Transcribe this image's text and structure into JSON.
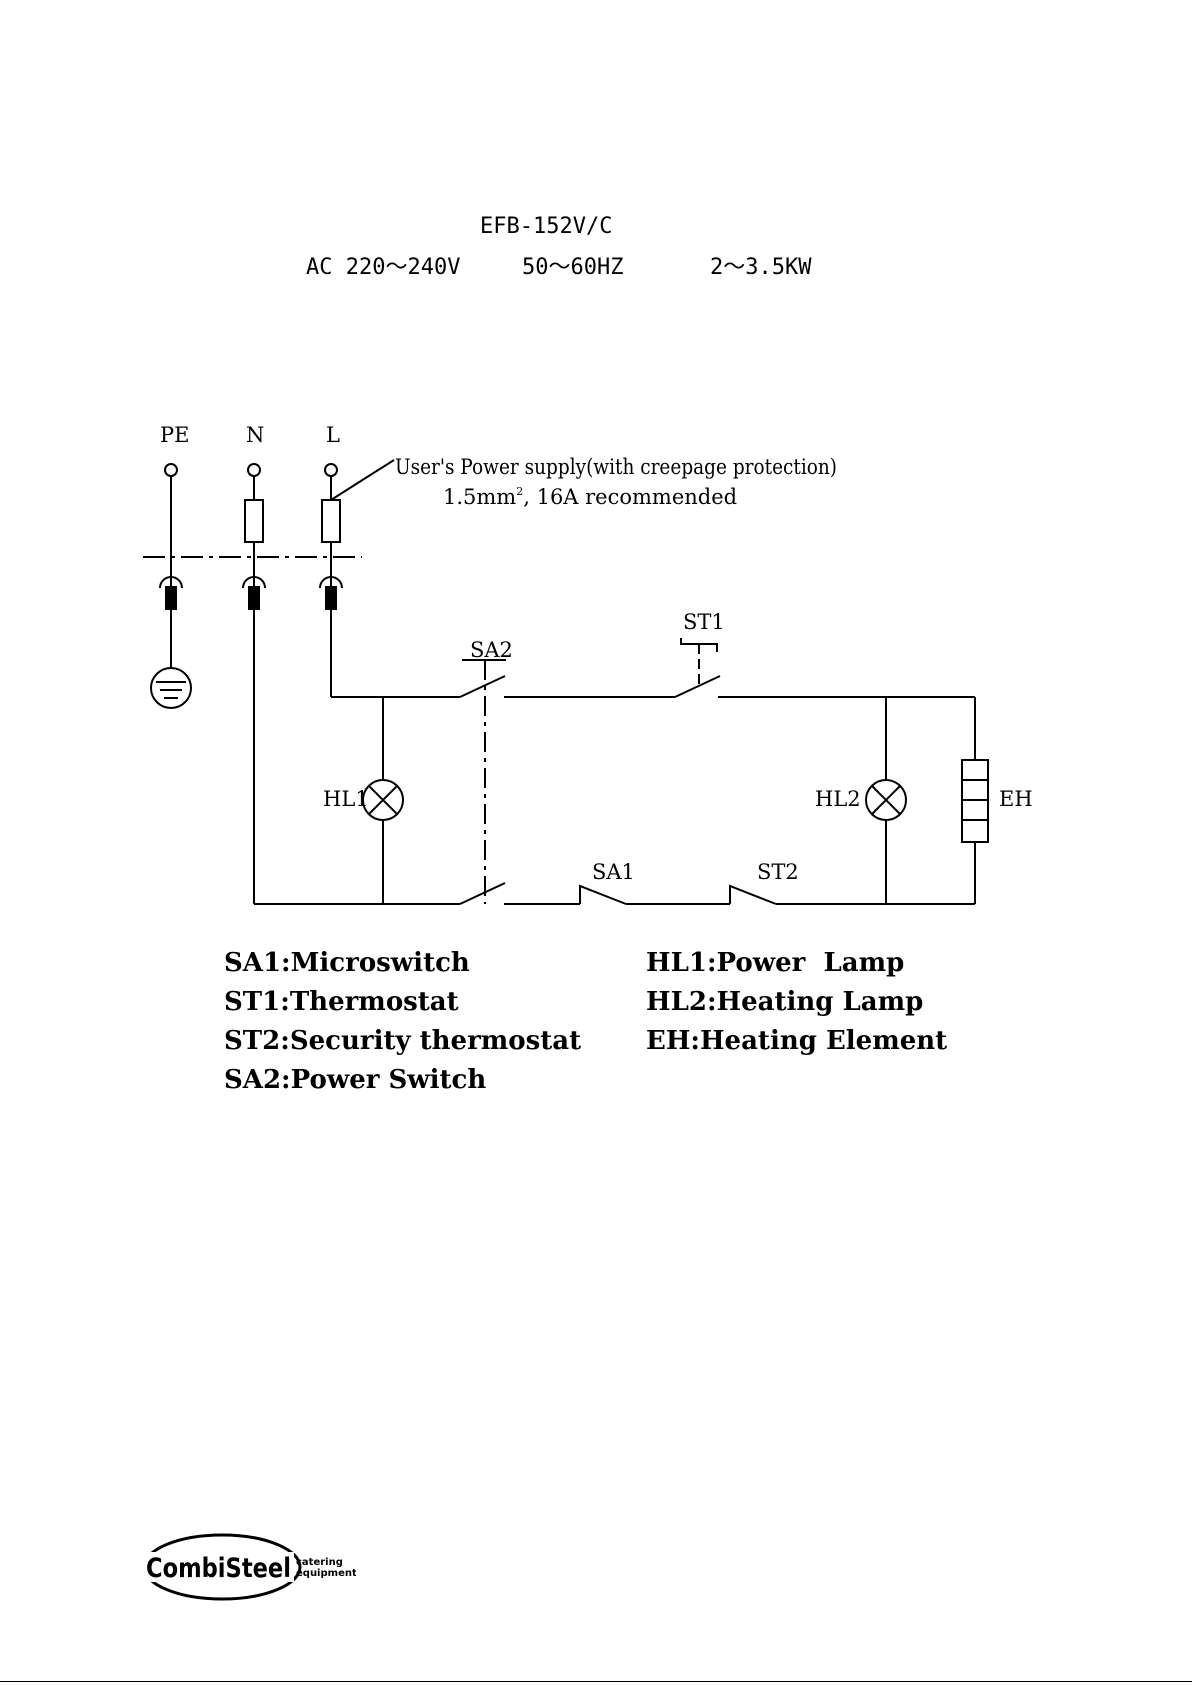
{
  "header": {
    "model": "EFB-152V/C",
    "voltage": "AC 220～240V",
    "frequency": "50～60HZ",
    "power": "2～3.5KW"
  },
  "terminals": {
    "pe": "PE",
    "n": "N",
    "l": "L"
  },
  "supply_note": {
    "line1": "User's Power supply(with creepage protection)",
    "line2_prefix": "1.5mm",
    "line2_superscript": "2",
    "line2_suffix": ", 16A  recommended"
  },
  "components": {
    "sa2": "SA2",
    "st1": "ST1",
    "hl1": "HL1",
    "hl2": "HL2",
    "eh": "EH",
    "sa1": "SA1",
    "st2": "ST2"
  },
  "legend": {
    "left": [
      "SA1:Microswitch",
      "ST1:Thermostat",
      "ST2:Security thermostat",
      "SA2:Power Switch"
    ],
    "right": [
      "HL1:Power  Lamp",
      "HL2:Heating Lamp",
      "EH:Heating Element"
    ]
  },
  "logo": {
    "brand": "CombiSteel",
    "tag_line1": "catering",
    "tag_line2": "equipment"
  }
}
